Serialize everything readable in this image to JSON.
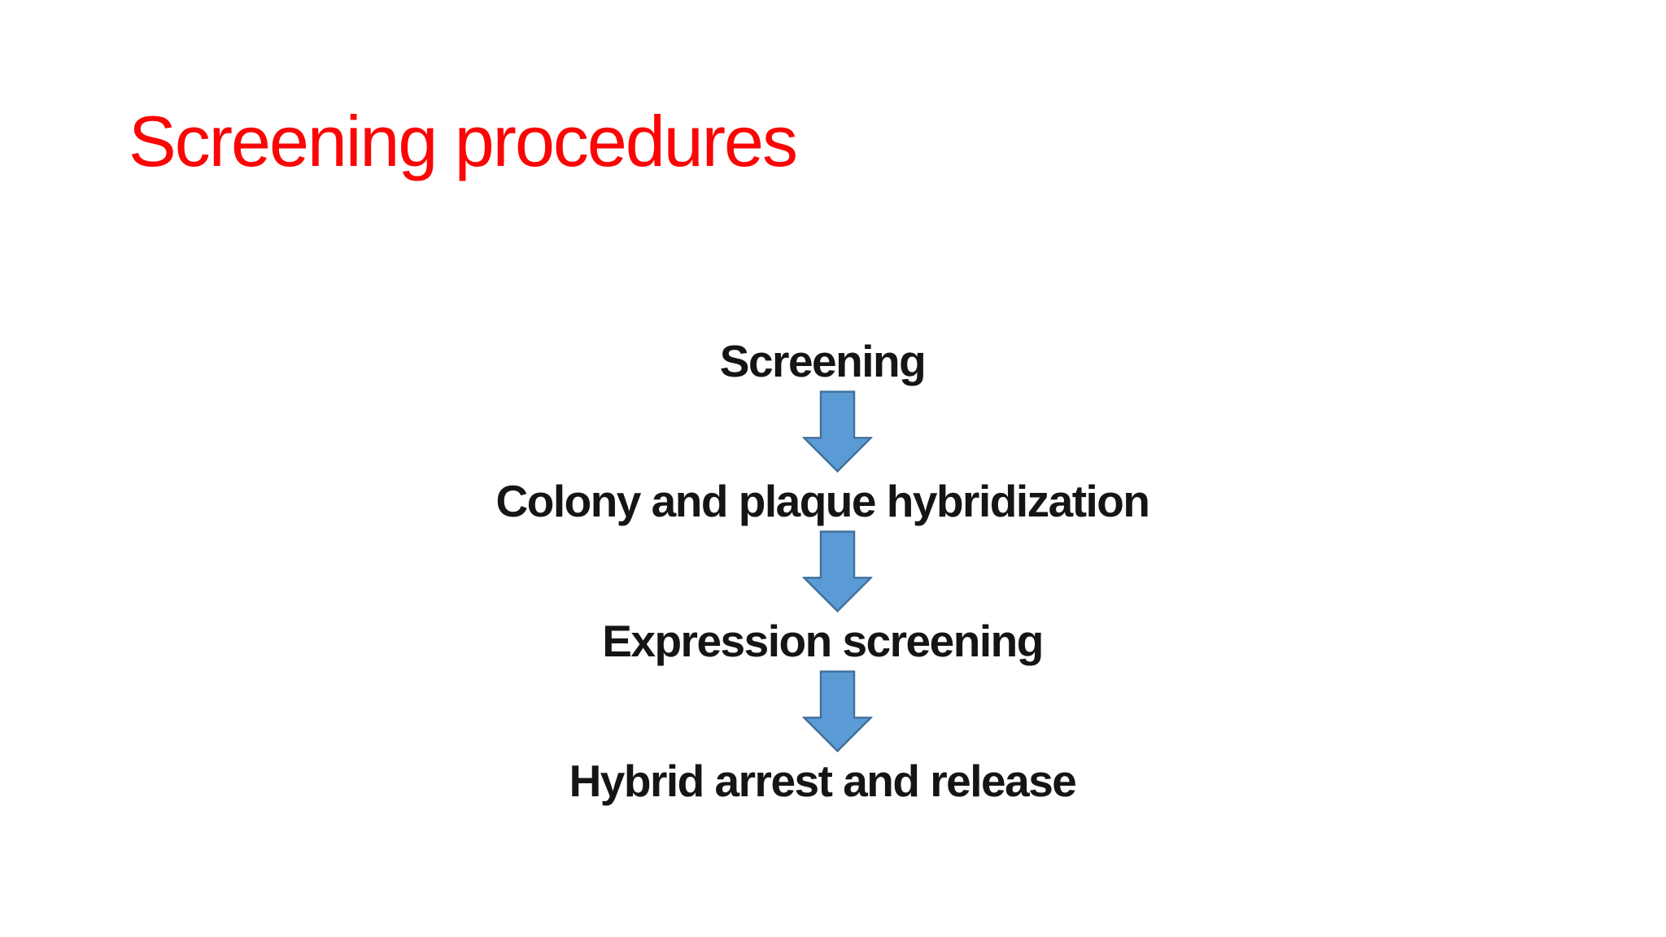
{
  "slide": {
    "title": "Screening procedures",
    "title_color": "#FA0606",
    "background_color": "#FFFFFF",
    "text_color": "#151515",
    "flow": {
      "steps": [
        "Screening",
        "Colony and plaque hybridization",
        "Expression screening",
        "Hybrid arrest and release"
      ],
      "arrow_fill": "#5B9BD5",
      "arrow_stroke": "#41719C",
      "arrow_direction": "down"
    }
  }
}
